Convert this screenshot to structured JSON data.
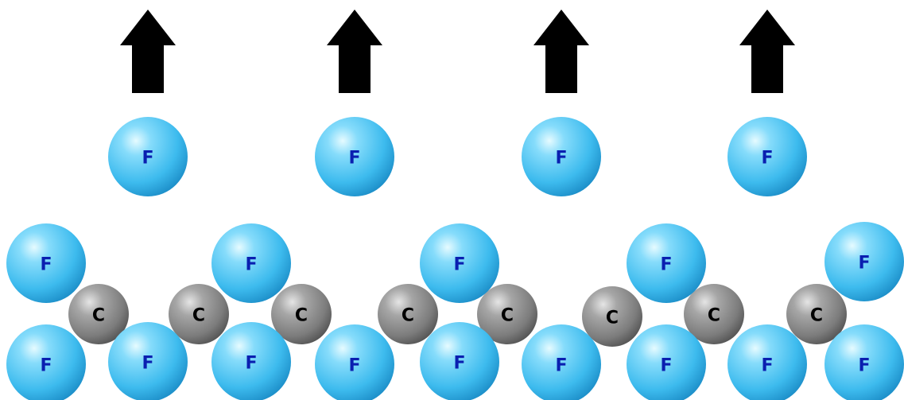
{
  "colors": {
    "fluorine_fill": "#4fc6f2",
    "fluorine_label": "#0a1fb0",
    "carbon_fill": "#8e8e8e",
    "carbon_label": "#000000",
    "arrow_fill": "#000000",
    "background": "#ffffff"
  },
  "labels": {
    "fluorine": "F",
    "carbon": "C"
  },
  "icons": {
    "arrow": "up-arrow-icon"
  },
  "counts": {
    "departing_fluorine": 4,
    "chain_carbon": 8,
    "chain_fluorine": 14
  }
}
